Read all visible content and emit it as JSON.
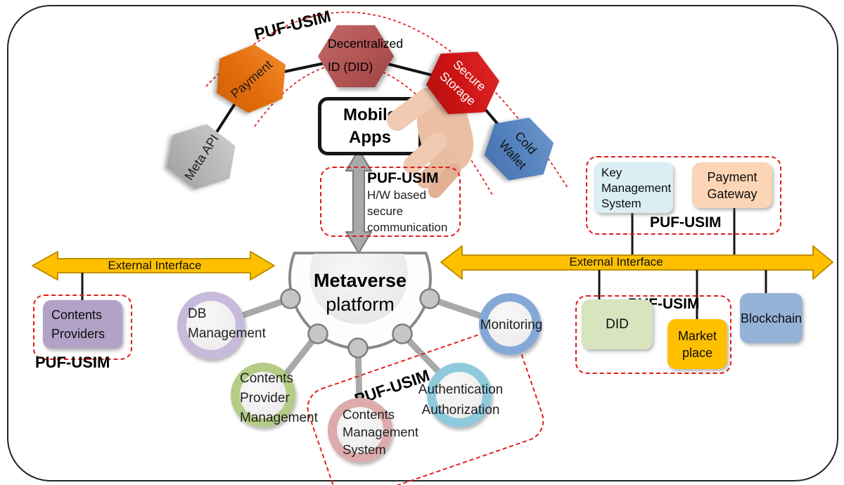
{
  "figure": {
    "top": {
      "tag": "PUF-USIM",
      "hex_meta_api": {
        "label": "Meta API",
        "color": "#b5b5b5"
      },
      "hex_payment": {
        "label": "Payment",
        "color": "#e36c0a"
      },
      "hex_did": {
        "line1": "Decentralized",
        "line2": "ID (DID)",
        "color": "#b25454"
      },
      "hex_secure": {
        "line1": "Secure",
        "line2": "Storage",
        "color": "#cd1414"
      },
      "hex_cold": {
        "line1": "Cold",
        "line2": "Wallet",
        "color": "#5381bd"
      },
      "mobile_apps": {
        "line1": "Mobile",
        "line2": "Apps"
      }
    },
    "secure_comm": {
      "tag": "PUF-USIM",
      "line1": "H/W based",
      "line2": "secure",
      "line3": "communication"
    },
    "platform": {
      "name": "Metaverse",
      "type": "platform"
    },
    "modules": {
      "tag": "PUF-USIM",
      "db": {
        "line1": "DB",
        "line2": "Management",
        "ring": "#c7badb"
      },
      "cpm": {
        "line1": "Contents",
        "line2": "Provider",
        "line3": "Management",
        "ring": "#b4cc86"
      },
      "cms": {
        "line1": "Contents",
        "line2": "Management",
        "line3": "System",
        "ring": "#ddabab"
      },
      "auth": {
        "line1": "Authentication",
        "line2": "Authorization",
        "ring": "#8ecadb"
      },
      "monitoring": {
        "label": "Monitoring",
        "ring": "#84a9d8"
      }
    },
    "left": {
      "arrow_label": "External Interface",
      "providers": {
        "line1": "Contents",
        "line2": "Providers",
        "color": "#b2a2c7"
      },
      "tag": "PUF-USIM"
    },
    "right": {
      "arrow_label": "External Interface",
      "tag_top": "PUF-USIM",
      "tag_bottom": "PUF-USIM",
      "kms": {
        "line1": "Key",
        "line2": "Management",
        "line3": "System",
        "color": "#daeef3"
      },
      "gateway": {
        "line1": "Payment",
        "line2": "Gateway",
        "color": "#fbd5b5"
      },
      "did": {
        "label": "DID",
        "color": "#d7e4bd"
      },
      "market": {
        "line1": "Market",
        "line2": "place",
        "color": "#ffc000"
      },
      "blockchain": {
        "label": "Blockchain",
        "color": "#95b3d7"
      }
    },
    "colors": {
      "dashed_outline": "#e31b1b",
      "interface_arrow": "#ffc000",
      "interface_arrow_border": "#bf9000",
      "connector_gray": "#a9a9a9",
      "hex_link_black": "#141414"
    }
  }
}
